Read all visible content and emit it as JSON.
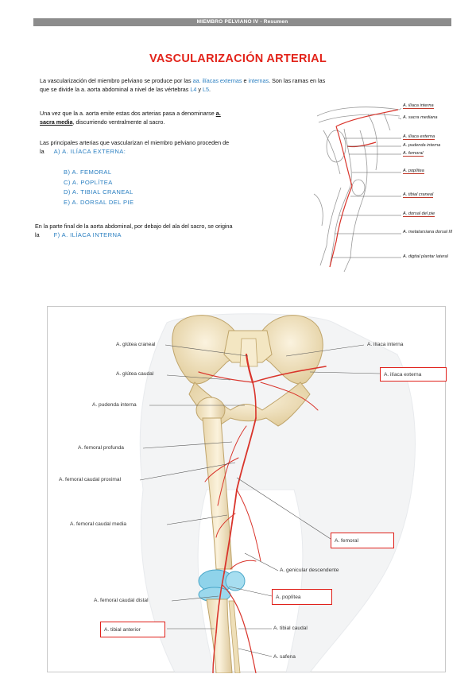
{
  "header": {
    "text": "MIEMBRO PELVIANO IV - Resumen"
  },
  "title": "VASCULARIZACIÓN ARTERIAL",
  "paragraphs": {
    "p1_a": "La vascularización del miembro pelviano se produce por las ",
    "p1_link1": "aa. ilíacas externas",
    "p1_b": " e ",
    "p1_link2": "internas",
    "p1_c": ". Son las ramas en las",
    "p1_line2_a": "que se divide la a. aorta abdominal a nivel de las vértebras ",
    "p1_l4": "L4",
    "p1_y": " y ",
    "p1_l5": "L5",
    "p1_dot": ".",
    "p2_a": "Una vez que la a. aorta emite estas dos arterias pasa a denominarse ",
    "p2_ul1": "a.",
    "p2_ul2": "sacra media",
    "p2_b": ", discurriendo ventralmente al sacro.",
    "p3_line1": "Las principales arterias que vascularizan el miembro pelviano proceden de",
    "p3_la": "la",
    "p3_item": "A) A. ILÍACA EXTERNA:",
    "p4_line1": "En la parte final de la aorta abdominal, por debajo del ala del sacro, se origina",
    "p4_la": "la",
    "p4_item": "F)  A. ILÍACA INTERNA"
  },
  "list": [
    "B)  A. FEMORAL",
    "C)  A. POPLÍTEA",
    "D)  A. TIBIAL CRANEAL",
    "E)  A. DORSAL DEL PIE"
  ],
  "sketch_labels": [
    "A. ilíaca interna",
    "A. sacra mediana",
    "A. ilíaca externa",
    "A. pudenda interna",
    "A. femoral",
    "A. poplítea",
    "A. tibial craneal",
    "A. dorsal del pie",
    "A. metatarsiana dorsal III",
    "A. digital plantar lateral"
  ],
  "illustration_labels": {
    "glutea_craneal": "A. glútea craneal",
    "iliaca_interna": "A. ilíaca interna",
    "glutea_caudal": "A. glútea caudal",
    "iliaca_externa": "A. ilíaca externa",
    "pudenda_interna": "A. pudenda interna",
    "femoral_profunda": "A. femoral profunda",
    "femoral_caudal_proximal": "A. femoral caudal proximal",
    "femoral_caudal_media": "A. femoral caudal media",
    "femoral": "A. femoral",
    "genicular_descendente": "A. genicular descendente",
    "femoral_caudal_distal": "A. femoral caudal distal",
    "poplitea": "A. poplítea",
    "tibial_anterior": "A. tibial anterior",
    "tibial_caudal": "A. tibial caudal",
    "safena": "A. safena"
  },
  "colors": {
    "title_red": "#e2231a",
    "link_blue": "#2a7fc1",
    "header_gray": "#8c8c8c",
    "artery_red": "#d9342b",
    "box_red": "#e0201a"
  }
}
